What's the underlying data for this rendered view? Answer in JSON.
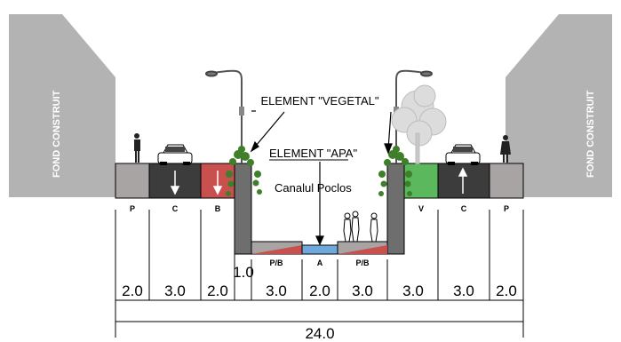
{
  "labels": {
    "fond_left": "FOND CONSTRUIT",
    "fond_right": "FOND CONSTRUIT",
    "element_vegetal": "ELEMENT \"VEGETAL\"",
    "element_apa": "ELEMENT \"APA\"",
    "canal": "Canalul Poclos"
  },
  "segments": {
    "p_left": "P",
    "c_left": "C",
    "b_left": "B",
    "pb_left": "P/B",
    "a": "A",
    "pb_right": "P/B",
    "v": "V",
    "c_right": "C",
    "p_right": "P"
  },
  "dimensions": {
    "wall": "1.0",
    "d1": "2.0",
    "d2": "3.0",
    "d3": "2.0",
    "d4": "3.0",
    "d5": "2.0",
    "d6": "3.0",
    "d7": "3.0",
    "d8": "3.0",
    "d9": "2.0",
    "total": "24.0"
  },
  "colors": {
    "building": "#b3b3b3",
    "sidewalk": "#a8a4a4",
    "road": "#3c3c3c",
    "bike": "#c8504f",
    "green": "#5cb85c",
    "wall": "#6e6e6e",
    "water": "#6fa8dc",
    "tree": "#dcdcdc",
    "plant": "#3f7f2a"
  }
}
